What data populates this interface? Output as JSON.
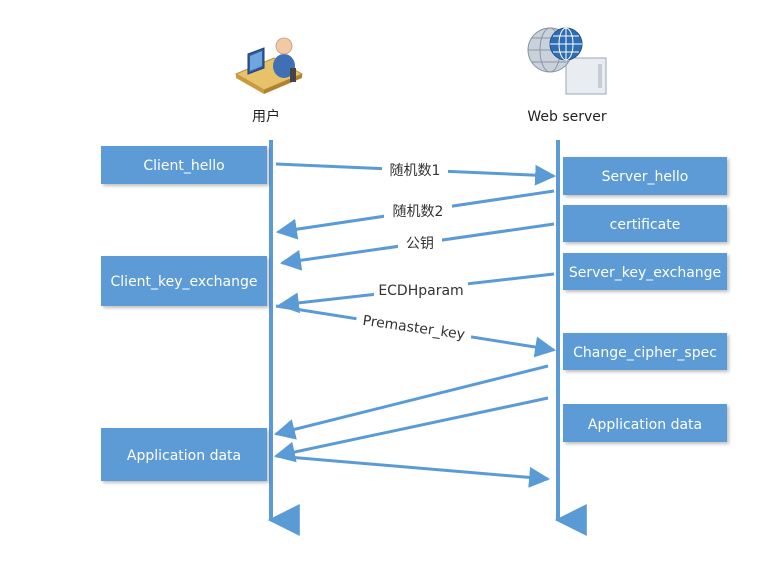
{
  "actors": {
    "client": {
      "label": "用户",
      "icon": "user-at-computer-icon"
    },
    "server": {
      "label": "Web server",
      "icon": "web-server-globe-icon"
    }
  },
  "client_boxes": [
    {
      "id": "client-hello",
      "label": "Client_hello"
    },
    {
      "id": "client-key-exchange",
      "label": "Client_key_exchange"
    },
    {
      "id": "client-application-data",
      "label": "Application data"
    }
  ],
  "server_boxes": [
    {
      "id": "server-hello",
      "label": "Server_hello"
    },
    {
      "id": "certificate",
      "label": "certificate"
    },
    {
      "id": "server-key-exchange",
      "label": "Server_key_exchange"
    },
    {
      "id": "change-cipher-spec",
      "label": "Change_cipher_spec"
    },
    {
      "id": "server-application-data",
      "label": "Application data"
    }
  ],
  "messages": [
    {
      "label": "随机数1",
      "direction": "client-to-server"
    },
    {
      "label": "随机数2",
      "direction": "server-to-client"
    },
    {
      "label": "公钥",
      "direction": "server-to-client"
    },
    {
      "label": "ECDHparam",
      "direction": "server-to-client"
    },
    {
      "label": "Premaster_key",
      "direction": "client-to-server"
    },
    {
      "label": "",
      "direction": "server-to-client"
    },
    {
      "label": "",
      "direction": "server-to-client"
    },
    {
      "label": "",
      "direction": "client-to-server"
    }
  ],
  "colors": {
    "box_fill": "#5b9bd5",
    "line": "#5b9bd5",
    "box_text": "#ffffff"
  }
}
